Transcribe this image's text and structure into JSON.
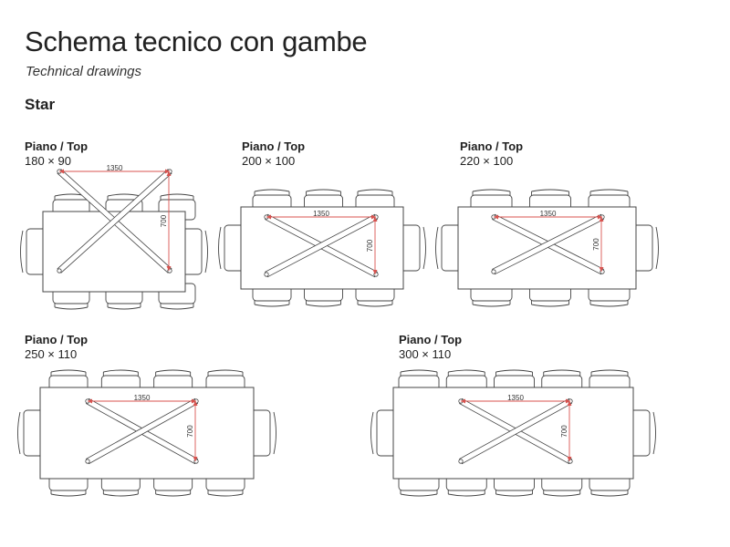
{
  "header": {
    "title": "Schema tecnico con gambe",
    "subtitle": "Technical drawings",
    "model": "Star"
  },
  "tables": [
    {
      "label": "Piano / Top",
      "size": "180 × 90",
      "length_dim": "1350",
      "width_dim": "700",
      "seats_per_side": 3
    },
    {
      "label": "Piano / Top",
      "size": "200 × 100",
      "length_dim": "1350",
      "width_dim": "700",
      "seats_per_side": 3
    },
    {
      "label": "Piano / Top",
      "size": "220 × 100",
      "length_dim": "1350",
      "width_dim": "700",
      "seats_per_side": 3
    },
    {
      "label": "Piano / Top",
      "size": "250 × 110",
      "length_dim": "1350",
      "width_dim": "700",
      "seats_per_side": 4
    },
    {
      "label": "Piano / Top",
      "size": "300 × 110",
      "length_dim": "1350",
      "width_dim": "700",
      "seats_per_side": 5
    }
  ],
  "colors": {
    "line": "#444444",
    "dimension": "#d9534f"
  }
}
